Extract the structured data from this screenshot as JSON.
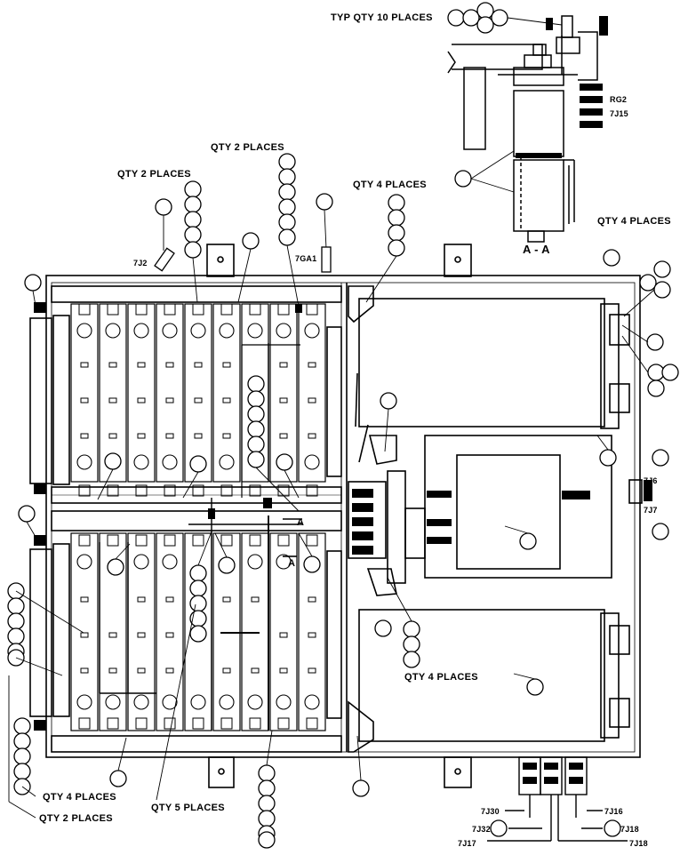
{
  "callouts": {
    "typ_qty_10": "TYP QTY 10 PLACES",
    "qty2_top": "QTY 2 PLACES",
    "qty2_left": "QTY 2 PLACES",
    "qty4_top": "QTY 4 PLACES",
    "qty4_right": "QTY 4 PLACES",
    "qty4_mid": "QTY 4 PLACES",
    "qty4_bottom": "QTY 4 PLACES",
    "qty2_bottom": "QTY 2 PLACES",
    "qty5_bottom": "QTY 5 PLACES"
  },
  "section": {
    "view_title": "A - A",
    "cut_mark": "A"
  },
  "refs": {
    "rg2": "RG2",
    "j15": "7J15",
    "j2": "7J2",
    "ga1": "7GA1",
    "j6": "7J6",
    "j7": "7J7",
    "j30": "7J30",
    "j32": "7J32",
    "j17": "7J17",
    "j16": "7J16",
    "j18": "7J18",
    "j18b": "7J18"
  }
}
